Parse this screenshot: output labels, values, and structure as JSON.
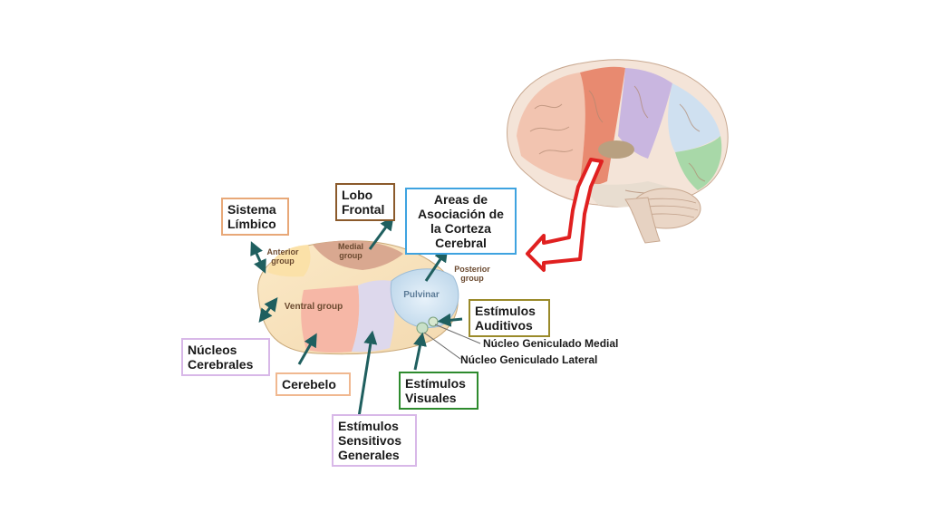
{
  "labels": {
    "sistema_limbico": "Sistema\nLímbico",
    "lobo_frontal": "Lobo\nFrontal",
    "areas_asociacion": "Areas de\nAsociación de\nla Corteza\nCerebral",
    "nucleos_cerebrales": "Núcleos\nCerebrales",
    "cerebelo": "Cerebelo",
    "estimulos_sensitivos": "Estímulos\nSensitivos\nGenerales",
    "estimulos_visuales": "Estímulos\nVisuales",
    "estimulos_auditivos": "Estímulos\nAuditivos",
    "nucleo_geniculado_medial": "Núcleo Geniculado Medial",
    "nucleo_geniculado_lateral": "Núcleo Geniculado Lateral"
  },
  "regions": {
    "anterior_group": "Anterior\ngroup",
    "medial_group": "Medial\ngroup",
    "ventral_group": "Ventral group",
    "pulvinar": "Pulvinar",
    "posterior_group": "Posterior\ngroup"
  },
  "colors": {
    "sistema_limbico_border": "#e8a878",
    "lobo_frontal_border": "#8b5a2b",
    "areas_asociacion_border": "#3fa3e0",
    "nucleos_cerebrales_border": "#d8b8e8",
    "cerebelo_border": "#f0b890",
    "estimulos_sensitivos_border": "#d8b8e8",
    "estimulos_visuales_border": "#2e8b2e",
    "estimulos_auditivos_border": "#9a8a2a",
    "arrow_teal": "#1f5f5f",
    "red_arrow": "#e02020"
  }
}
